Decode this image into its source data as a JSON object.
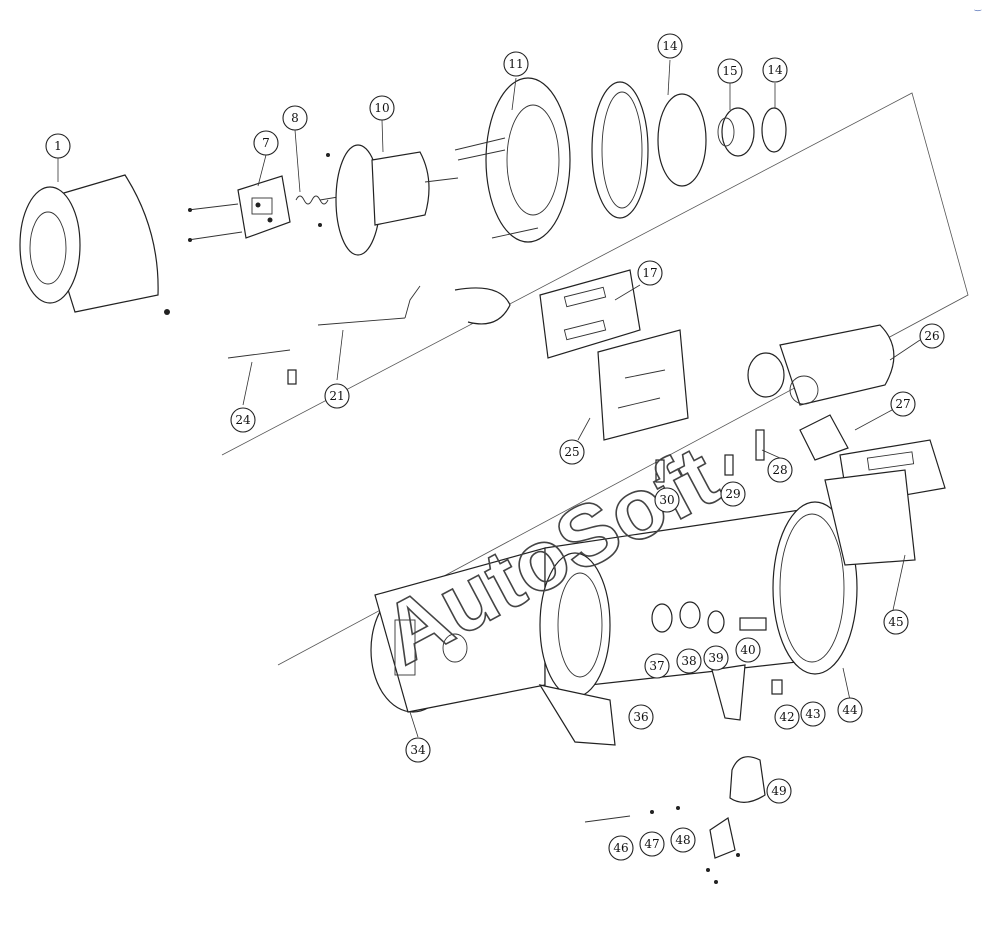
{
  "diagram": {
    "watermark": "AutoSoft",
    "corner_mark": "‿",
    "callouts": [
      {
        "id": "c1",
        "label": "1"
      },
      {
        "id": "c7",
        "label": "7"
      },
      {
        "id": "c8",
        "label": "8"
      },
      {
        "id": "c10",
        "label": "10"
      },
      {
        "id": "c11",
        "label": "11"
      },
      {
        "id": "c14a",
        "label": "14"
      },
      {
        "id": "c15",
        "label": "15"
      },
      {
        "id": "c14b",
        "label": "14"
      },
      {
        "id": "c17",
        "label": "17"
      },
      {
        "id": "c21",
        "label": "21"
      },
      {
        "id": "c24",
        "label": "24"
      },
      {
        "id": "c25",
        "label": "25"
      },
      {
        "id": "c26",
        "label": "26"
      },
      {
        "id": "c27",
        "label": "27"
      },
      {
        "id": "c28",
        "label": "28"
      },
      {
        "id": "c29",
        "label": "29"
      },
      {
        "id": "c30",
        "label": "30"
      },
      {
        "id": "c34",
        "label": "34"
      },
      {
        "id": "c36",
        "label": "36"
      },
      {
        "id": "c37",
        "label": "37"
      },
      {
        "id": "c38",
        "label": "38"
      },
      {
        "id": "c39",
        "label": "39"
      },
      {
        "id": "c40",
        "label": "40"
      },
      {
        "id": "c42",
        "label": "42"
      },
      {
        "id": "c43",
        "label": "43"
      },
      {
        "id": "c44",
        "label": "44"
      },
      {
        "id": "c45",
        "label": "45"
      },
      {
        "id": "c46",
        "label": "46"
      },
      {
        "id": "c47",
        "label": "47"
      },
      {
        "id": "c48",
        "label": "48"
      },
      {
        "id": "c49",
        "label": "49"
      }
    ]
  }
}
